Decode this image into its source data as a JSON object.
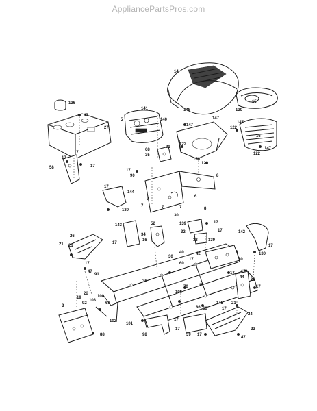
{
  "watermark": "AppliancePartsPros.com",
  "callouts": [
    "14",
    "15",
    "130",
    "148",
    "136",
    "47",
    "27",
    "5",
    "141",
    "140",
    "147",
    "147",
    "122",
    "122",
    "147",
    "16",
    "147",
    "122",
    "150",
    "122",
    "17",
    "17",
    "17",
    "58",
    "68",
    "35",
    "31",
    "17",
    "90",
    "8",
    "6",
    "7",
    "7",
    "7",
    "7",
    "30",
    "17",
    "144",
    "130",
    "8",
    "143",
    "52",
    "16",
    "34",
    "139",
    "17",
    "17",
    "32",
    "33",
    "139",
    "142",
    "17",
    "130",
    "26",
    "21",
    "17",
    "91",
    "47",
    "30",
    "40",
    "17",
    "36",
    "60",
    "42",
    "50",
    "17",
    "17",
    "44",
    "21",
    "17",
    "20",
    "19",
    "92",
    "103",
    "100",
    "68",
    "106",
    "70",
    "45",
    "60",
    "86",
    "145",
    "21",
    "17",
    "24",
    "102",
    "101",
    "17",
    "39",
    "17",
    "47",
    "23",
    "2",
    "88",
    "98",
    "17",
    "21",
    "17"
  ]
}
